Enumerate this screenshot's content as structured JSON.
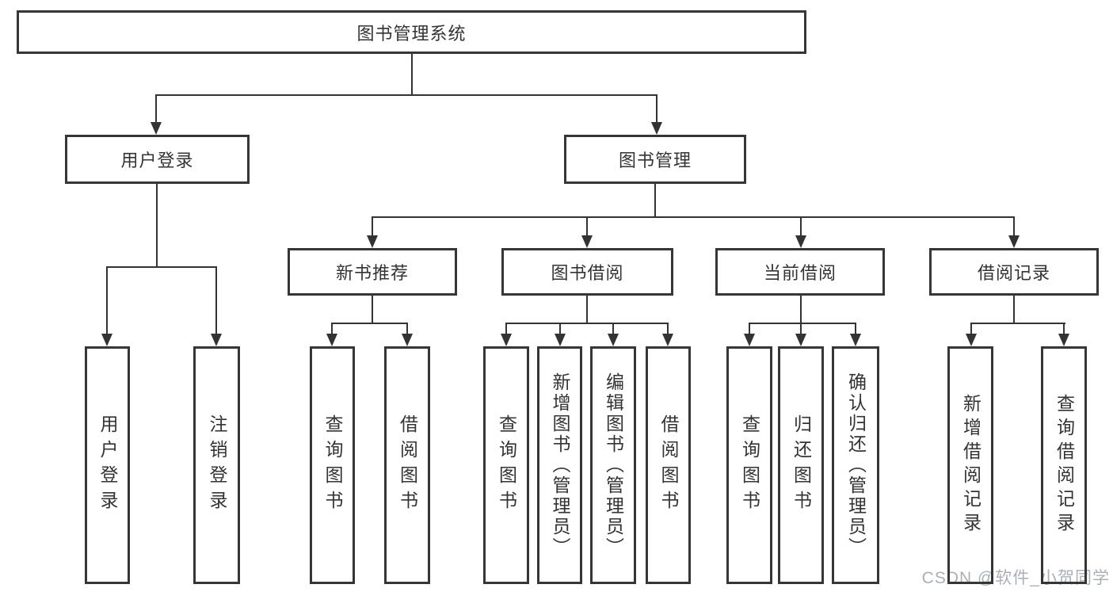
{
  "colors": {
    "line": "#333333",
    "box_border": "#363636",
    "text": "#333333",
    "background": "#ffffff",
    "watermark": "#aab0b6"
  },
  "watermark": {
    "text": "CSDN @软件_小贺同学"
  },
  "diagram": {
    "type": "org-tree",
    "root": {
      "label": "图书管理系统"
    },
    "branches": [
      {
        "label": "用户登录",
        "children": [
          {
            "label": "用户登录"
          },
          {
            "label": "注销登录"
          }
        ]
      },
      {
        "label": "图书管理",
        "modules": [
          {
            "label": "新书推荐",
            "children": [
              {
                "label": "查询图书"
              },
              {
                "label": "借阅图书"
              }
            ]
          },
          {
            "label": "图书借阅",
            "children": [
              {
                "label": "查询图书"
              },
              {
                "label": "新增图书（管理员）"
              },
              {
                "label": "编辑图书（管理员）"
              },
              {
                "label": "借阅图书"
              }
            ]
          },
          {
            "label": "当前借阅",
            "children": [
              {
                "label": "查询图书"
              },
              {
                "label": "归还图书"
              },
              {
                "label": "确认归还（管理员）"
              }
            ]
          },
          {
            "label": "借阅记录",
            "children": [
              {
                "label": "新增借阅记录"
              },
              {
                "label": "查询借阅记录"
              }
            ]
          }
        ]
      }
    ]
  }
}
